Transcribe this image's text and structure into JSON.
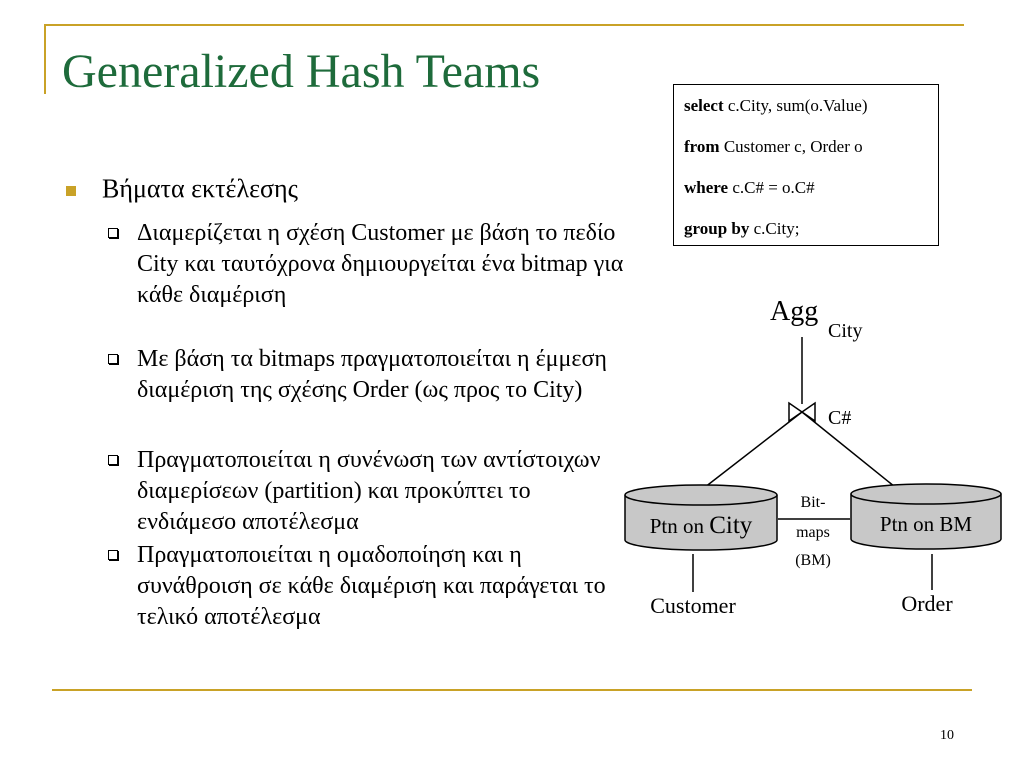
{
  "slide": {
    "title": "Generalized Hash Teams",
    "page_number": "10"
  },
  "content": {
    "heading": "Βήματα εκτέλεσης",
    "steps": [
      "Διαμερίζεται η σχέση Customer με βάση το πεδίο City και ταυτόχρονα δημιουργείται ένα bitmap για κάθε διαμέριση",
      "Με βάση τα bitmaps πραγματοποιείται η έμμεση διαμέριση της σχέσης Order (ως προς το City)",
      "Πραγματοποιείται η συνένωση των αντίστοιχων διαμερίσεων (partition) και προκύπτει το ενδιάμεσο αποτέλεσμα",
      "Πραγματοποιείται η ομαδοποίηση και η συνάθροιση σε κάθε διαμέριση και παράγεται το τελικό αποτέλεσμα"
    ]
  },
  "query": [
    {
      "keyword": "select",
      "rest": " c.City, sum(o.Value)"
    },
    {
      "keyword": "from",
      "rest": " Customer c, Order o"
    },
    {
      "keyword": "where",
      "rest": " c.C# = o.C#"
    },
    {
      "keyword": "group by",
      "rest": " c.City;"
    }
  ],
  "diagram": {
    "agg_label": "Agg",
    "agg_subscript": "City",
    "join_label": "C#",
    "left_node_prefix": "Ptn on ",
    "left_node_emph": "City",
    "right_node": "Ptn on BM",
    "bitmap_label": [
      "Bit-",
      "maps",
      "(BM)"
    ],
    "left_input": "Customer",
    "right_input": "Order"
  },
  "colors": {
    "title": "#1e6b3b",
    "accent": "#c9a227",
    "node_fill": "#c8c8c8"
  }
}
